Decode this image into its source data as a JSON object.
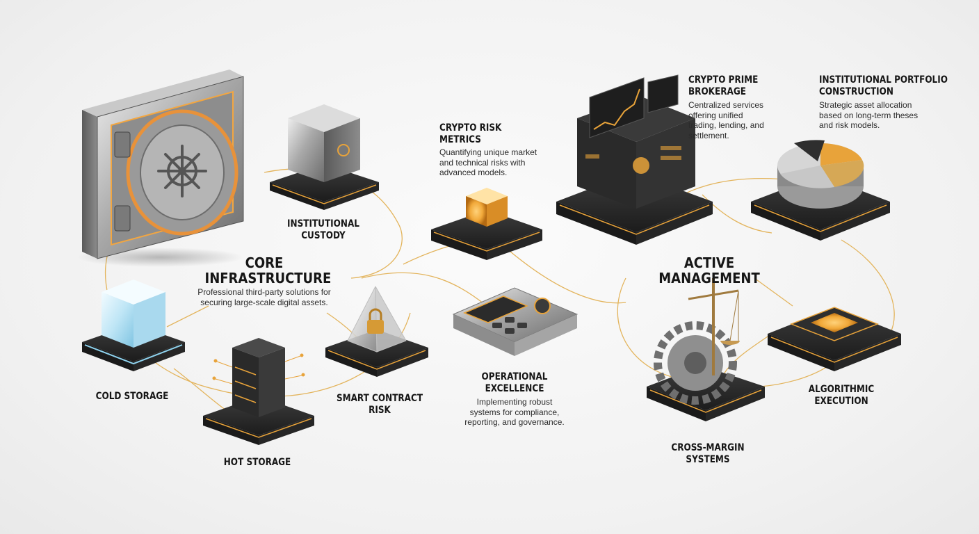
{
  "hubs": {
    "core": {
      "title": "CORE\nINFRASTRUCTURE",
      "description": "Professional third-party solutions for\nsecuring large-scale digital assets."
    },
    "active": {
      "title": "ACTIVE\nMANAGEMENT"
    }
  },
  "nodes": {
    "institutional_custody": {
      "label": "INSTITUTIONAL\nCUSTODY"
    },
    "cold_storage": {
      "label": "COLD STORAGE"
    },
    "hot_storage": {
      "label": "HOT STORAGE"
    },
    "smart_contract_risk": {
      "label": "SMART CONTRACT\nRISK"
    },
    "crypto_risk_metrics": {
      "label": "CRYPTO RISK\nMETRICS",
      "description": "Quantifying unique market\nand technical risks with\nadvanced models."
    },
    "operational_excellence": {
      "label": "OPERATIONAL\nEXCELLENCE",
      "description": "Implementing robust\nsystems for compliance,\nreporting, and governance."
    },
    "crypto_prime_brokerage": {
      "label": "CRYPTO PRIME\nBROKERAGE",
      "description": "Centralized services\noffering unified\ntrading, lending, and\nsettlement."
    },
    "institutional_portfolio_construction": {
      "label": "INSTITUTIONAL PORTFOLIO\nCONSTRUCTION",
      "description": "Strategic asset allocation\nbased on long-term theses\nand risk models."
    },
    "algorithmic_execution": {
      "label": "ALGORITHMIC\nEXECUTION"
    },
    "cross_margin_systems": {
      "label": "CROSS-MARGIN\nSYSTEMS"
    }
  },
  "colors": {
    "accent_gold": "#e8a33a",
    "connector": "#e3b45c",
    "dark_base": "#2b2b2b",
    "ice_blue": "#8fd3ef"
  },
  "icons": {
    "vault": "vault-icon",
    "safe": "safe-icon",
    "ice_cube": "ice-cube-icon",
    "server": "server-icon",
    "pyramid_lock": "pyramid-lock-icon",
    "glowing_cube": "glowing-cube-icon",
    "control_panel": "control-panel-icon",
    "trading_terminal": "trading-terminal-icon",
    "pie_chart": "pie-chart-icon",
    "cpu_chip": "cpu-chip-icon",
    "gear_scales": "gear-scales-icon"
  }
}
